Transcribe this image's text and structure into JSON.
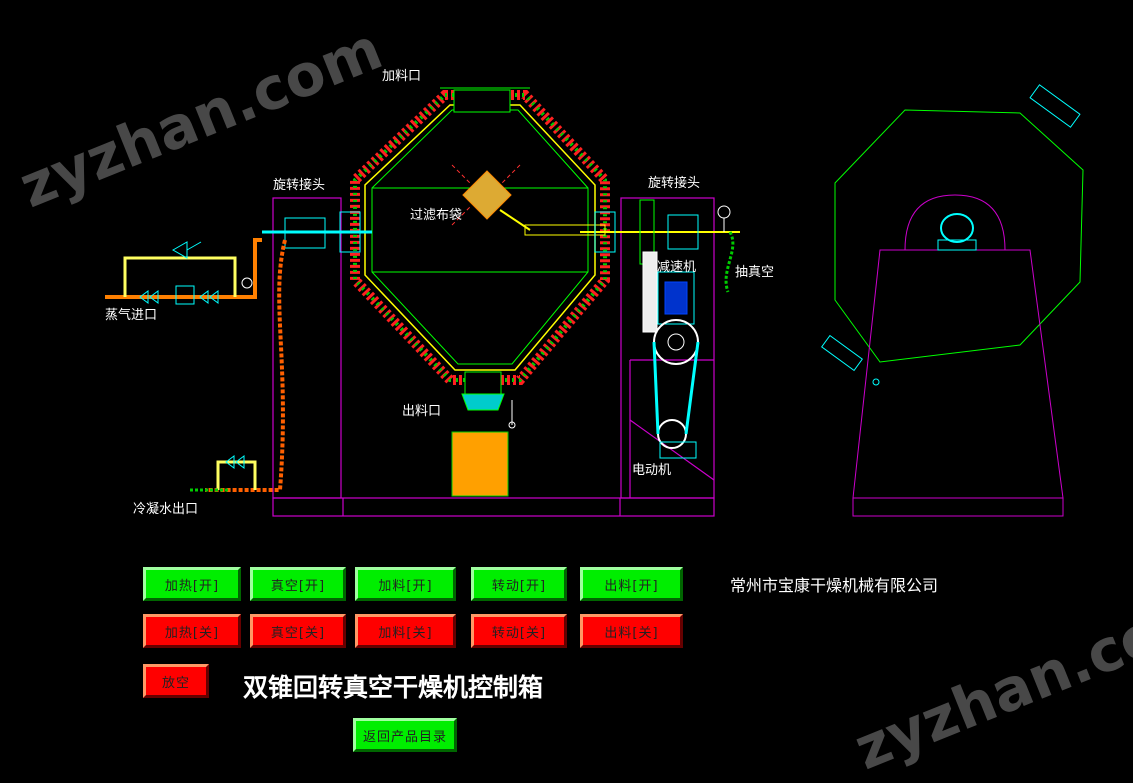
{
  "watermarks": [
    "zyzhan.com",
    "zyzhan.com"
  ],
  "diagram_labels": {
    "feed_port": "加料口",
    "rotary_joint_left": "旋转接头",
    "rotary_joint_right": "旋转接头",
    "filter_bag": "过滤布袋",
    "reducer": "减速机",
    "vacuum": "抽真空",
    "steam_inlet": "蒸气进口",
    "discharge_port": "出料口",
    "motor": "电动机",
    "condensate_outlet": "冷凝水出口"
  },
  "controls": {
    "on_buttons": [
      "加热[开]",
      "真空[开]",
      "加料[开]",
      "转动[开]",
      "出料[开]"
    ],
    "off_buttons": [
      "加热[关]",
      "真空[关]",
      "加料[关]",
      "转动[关]",
      "出料[关]"
    ],
    "vent_button": "放空",
    "back_button": "返回产品目录"
  },
  "company": "常州市宝康干燥机械有限公司",
  "title": "双锥回转真空干燥机控制箱",
  "colors": {
    "on": "#00ee00",
    "off": "#ff0000",
    "frame": "#cc00cc",
    "outline": "#00ff00",
    "hopper": "#ffa000"
  }
}
